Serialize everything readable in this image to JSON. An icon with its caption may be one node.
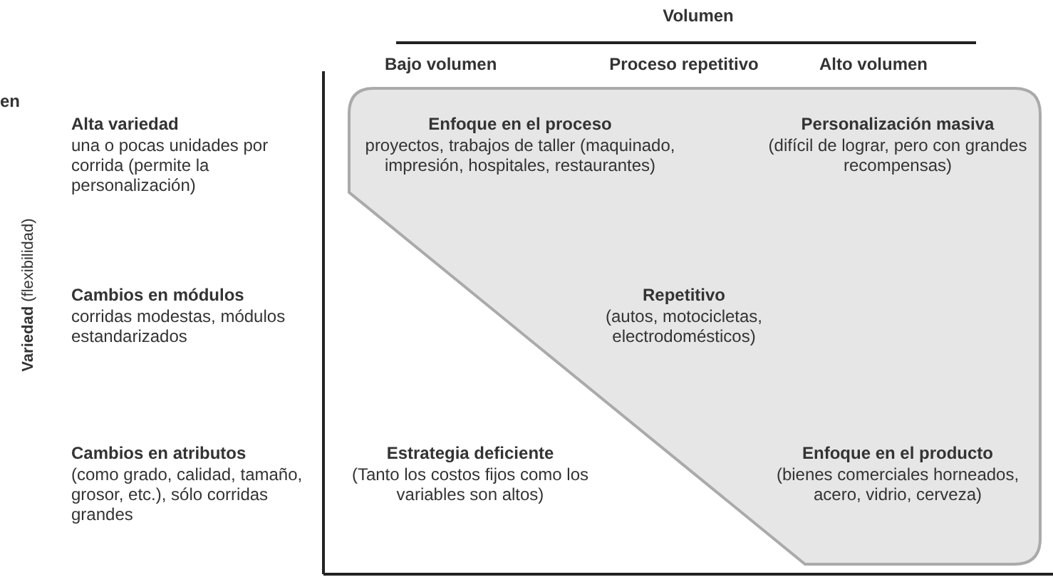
{
  "diagram": {
    "labels": [
      "Volumen",
      "Bajo volumen",
      "Proceso repetitivo",
      "Alto volumen",
      "en",
      "Alta variedad",
      "una o pocas unidades por corrida (permite la personalización)",
      "Enfoque en el proceso",
      "proyectos, trabajos de taller (maquinado, impresión, hospitales, restaurantes)",
      "Personalización masiva",
      "(difícil de lograr, pero con grandes recompensas)",
      "**Variedad** (flexibilidad)",
      "Cambios en módulos",
      "corridas modestas, módulos estandarizados",
      "Repetitivo",
      "(autos, motocicletas, electrodomésticos)",
      "Cambios en atributos",
      "(como grado, calidad, tamaño, grosor, etc.), sólo corridas grandes",
      "Estrategia deficiente",
      "(Tanto los costos fijos como los variables son altos)",
      "Enfoque en el producto",
      "(bienes comerciales horneados, acero, vidrio, cerveza)"
    ]
  }
}
